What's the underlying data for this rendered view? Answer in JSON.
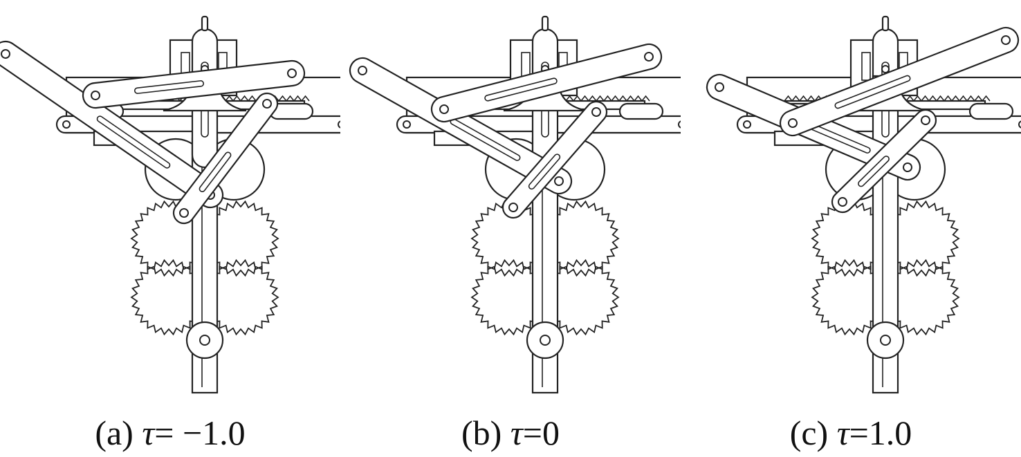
{
  "figure": {
    "panels": [
      {
        "letter": "(a)",
        "tau_symbol": "τ",
        "tau_value": "= −1.0",
        "arm_tilt": -1.0
      },
      {
        "letter": "(b)",
        "tau_symbol": "τ",
        "tau_value": "=0",
        "arm_tilt": 0
      },
      {
        "letter": "(c)",
        "tau_symbol": "τ",
        "tau_value": "=1.0",
        "arm_tilt": 1.0
      }
    ]
  }
}
